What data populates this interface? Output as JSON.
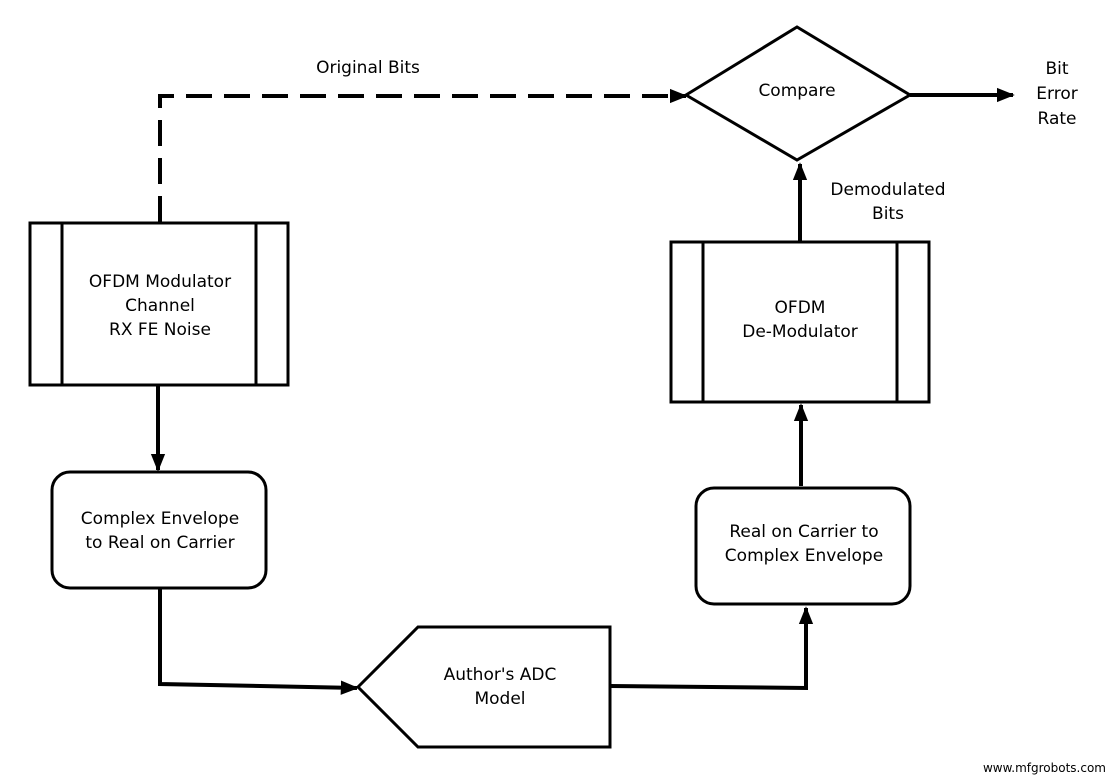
{
  "diagram": {
    "edges": {
      "original_bits": "Original Bits",
      "demodulated_bits": [
        "Demodulated",
        "Bits"
      ],
      "ber": [
        "Bit",
        "Error",
        "Rate"
      ]
    },
    "nodes": {
      "compare": "Compare",
      "modulator": [
        "OFDM Modulator",
        "Channel",
        "RX FE Noise"
      ],
      "demodulator": [
        "OFDM",
        "De-Modulator"
      ],
      "env_to_real": [
        "Complex Envelope",
        "to Real on Carrier"
      ],
      "real_to_env": [
        "Real on Carrier to",
        "Complex Envelope"
      ],
      "adc": [
        "Author's ADC",
        "Model"
      ]
    }
  },
  "watermark": "www.mfgrobots.com"
}
